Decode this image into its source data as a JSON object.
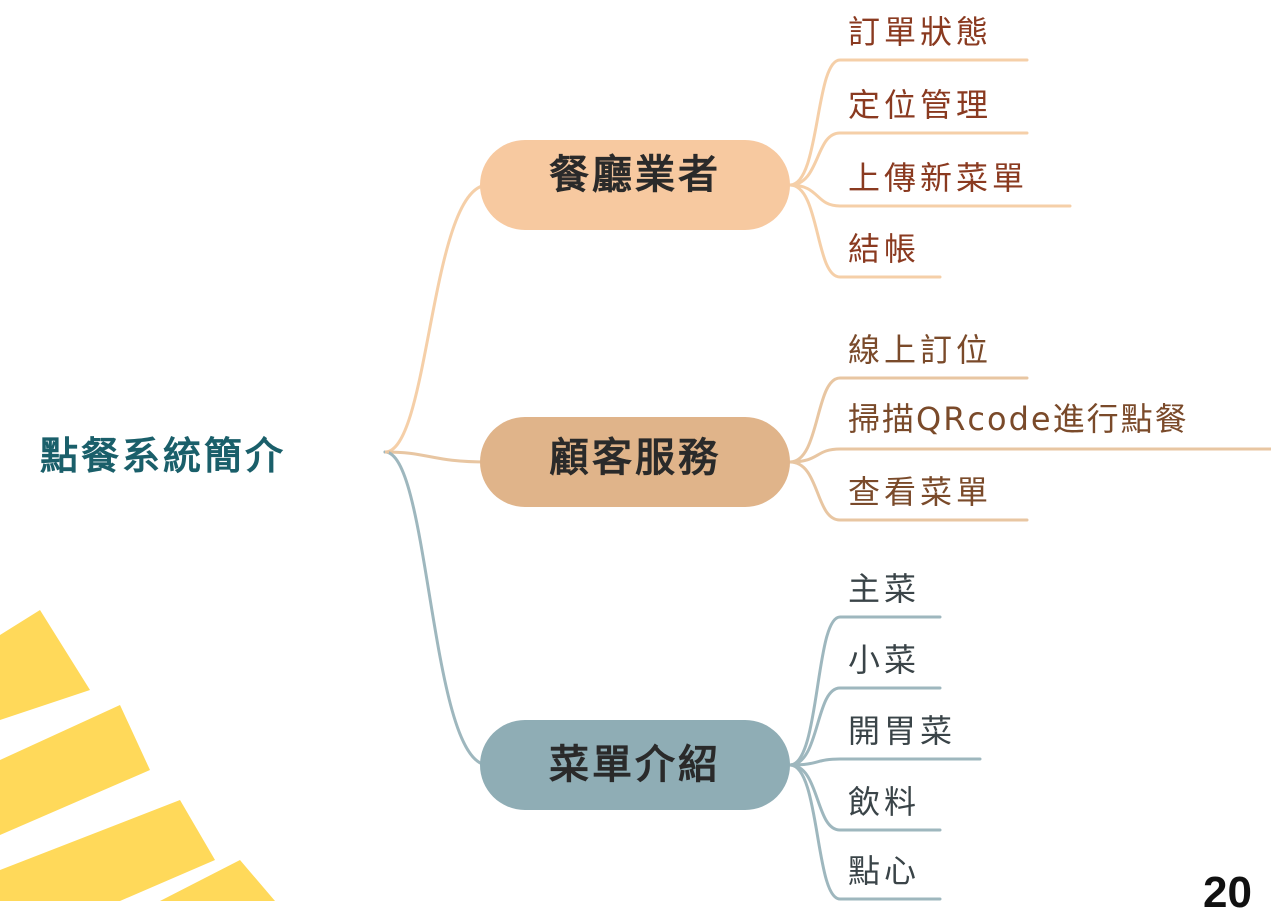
{
  "root": {
    "label": "點餐系統簡介"
  },
  "branches": [
    {
      "label": "餐廳業者",
      "color": "#f7c9a0",
      "line_color": "#f5cfa8",
      "children": [
        "訂單狀態",
        "定位管理",
        "上傳新菜單",
        "結帳"
      ]
    },
    {
      "label": "顧客服務",
      "color": "#e0b48a",
      "line_color": "#e8c6a2",
      "children": [
        "線上訂位",
        "掃描QRcode進行點餐",
        "查看菜單"
      ]
    },
    {
      "label": "菜單介紹",
      "color": "#8fadb5",
      "line_color": "#9eb7be",
      "children": [
        "主菜",
        "小菜",
        "開胃菜",
        "飲料",
        "點心"
      ]
    }
  ],
  "page_number": "20",
  "decoration": {
    "sun_color": "#ffd95a"
  }
}
